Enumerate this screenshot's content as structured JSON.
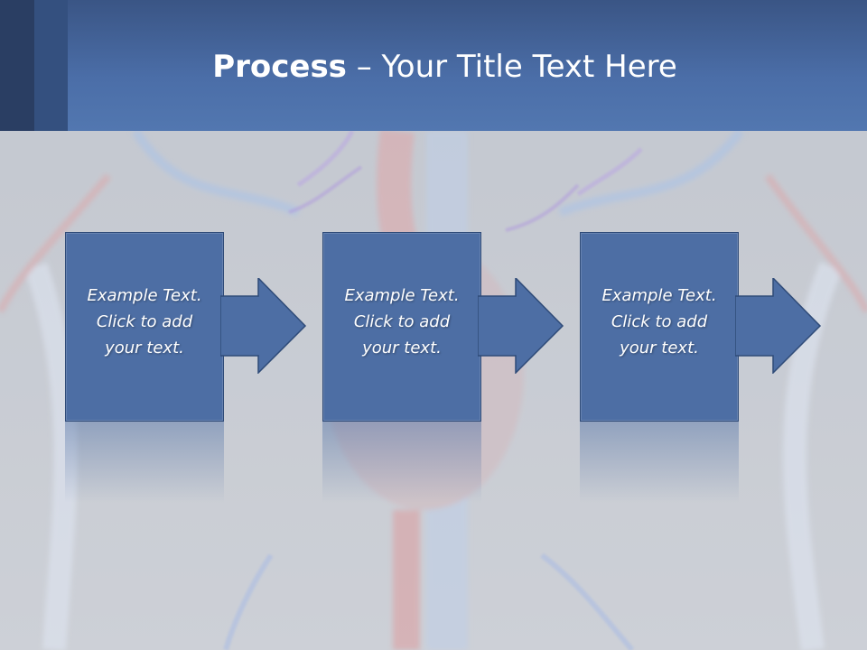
{
  "slide": {
    "title_bold": "Process",
    "title_rest": " – Your Title Text Here"
  },
  "steps": [
    {
      "line1": "Example Text.",
      "line2": "Click  to add",
      "line3": "your text."
    },
    {
      "line1": "Example Text.",
      "line2": "Click  to add",
      "line3": "your text."
    },
    {
      "line1": "Example Text.",
      "line2": "Click  to add",
      "line3": "your text."
    }
  ],
  "colors": {
    "header": "#4b6ea8",
    "box": "#4d6ea4",
    "background": "#c9ccd3"
  }
}
